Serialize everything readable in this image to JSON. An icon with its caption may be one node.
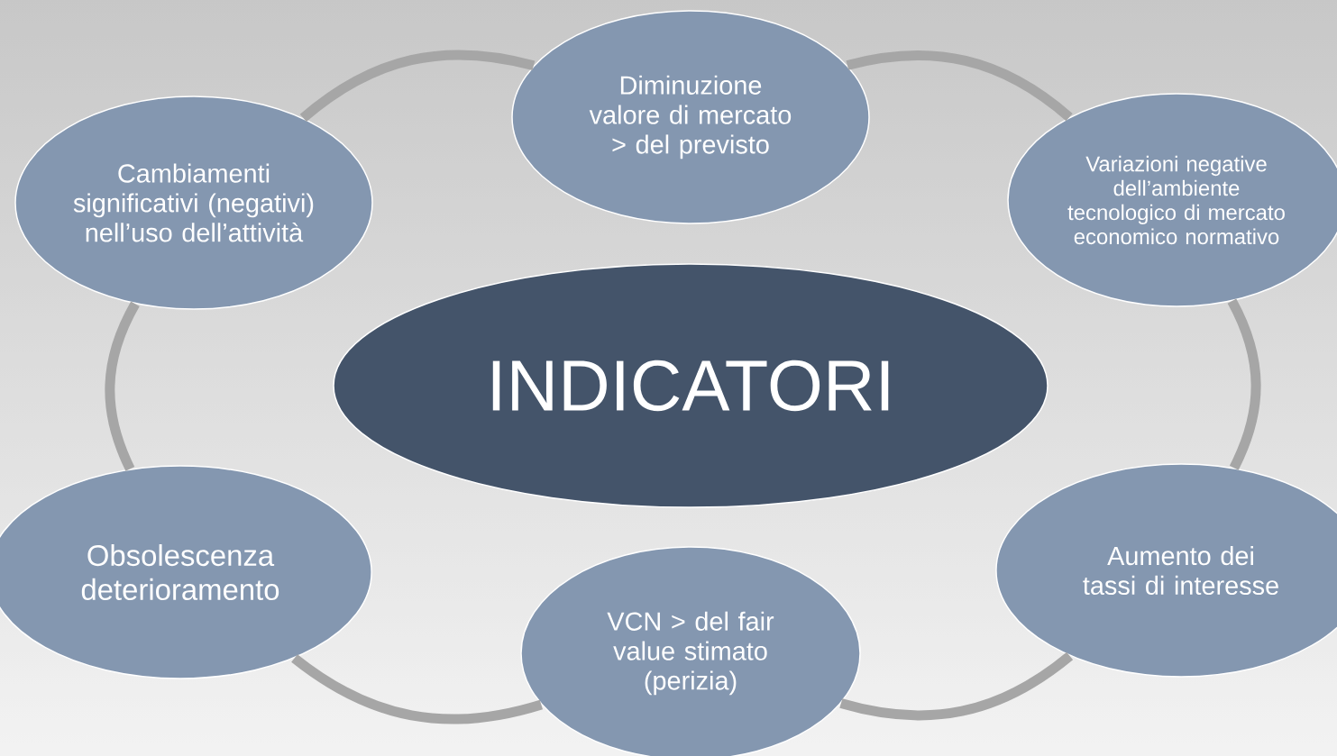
{
  "diagram": {
    "nodes": [
      {
        "text": [
          "INDICATORI"
        ]
      },
      {
        "text": [
          "Diminuzione valore di mercato > del previsto"
        ]
      },
      {
        "text": [
          "Variazioni negative dell’ambiente tecnologico di mercato economico normativo"
        ]
      },
      {
        "text": [
          "Aumento dei tassi di interesse"
        ]
      },
      {
        "text": [
          "VCN > del fair value stimato (perizia)"
        ]
      },
      {
        "text": [
          "Obsolescenza deterioramento"
        ]
      },
      {
        "text": [
          "Cambiamenti significativi (negativi) nell’uso dell’attività"
        ]
      }
    ],
    "edges": [
      {
        "from": 1,
        "to": 2,
        "arrow": "none"
      },
      {
        "from": 2,
        "to": 3,
        "arrow": "none"
      },
      {
        "from": 3,
        "to": 4,
        "arrow": "none"
      },
      {
        "from": 4,
        "to": 5,
        "arrow": "none"
      },
      {
        "from": 5,
        "to": 6,
        "arrow": "none"
      },
      {
        "from": 6,
        "to": 1,
        "arrow": "none"
      }
    ]
  }
}
